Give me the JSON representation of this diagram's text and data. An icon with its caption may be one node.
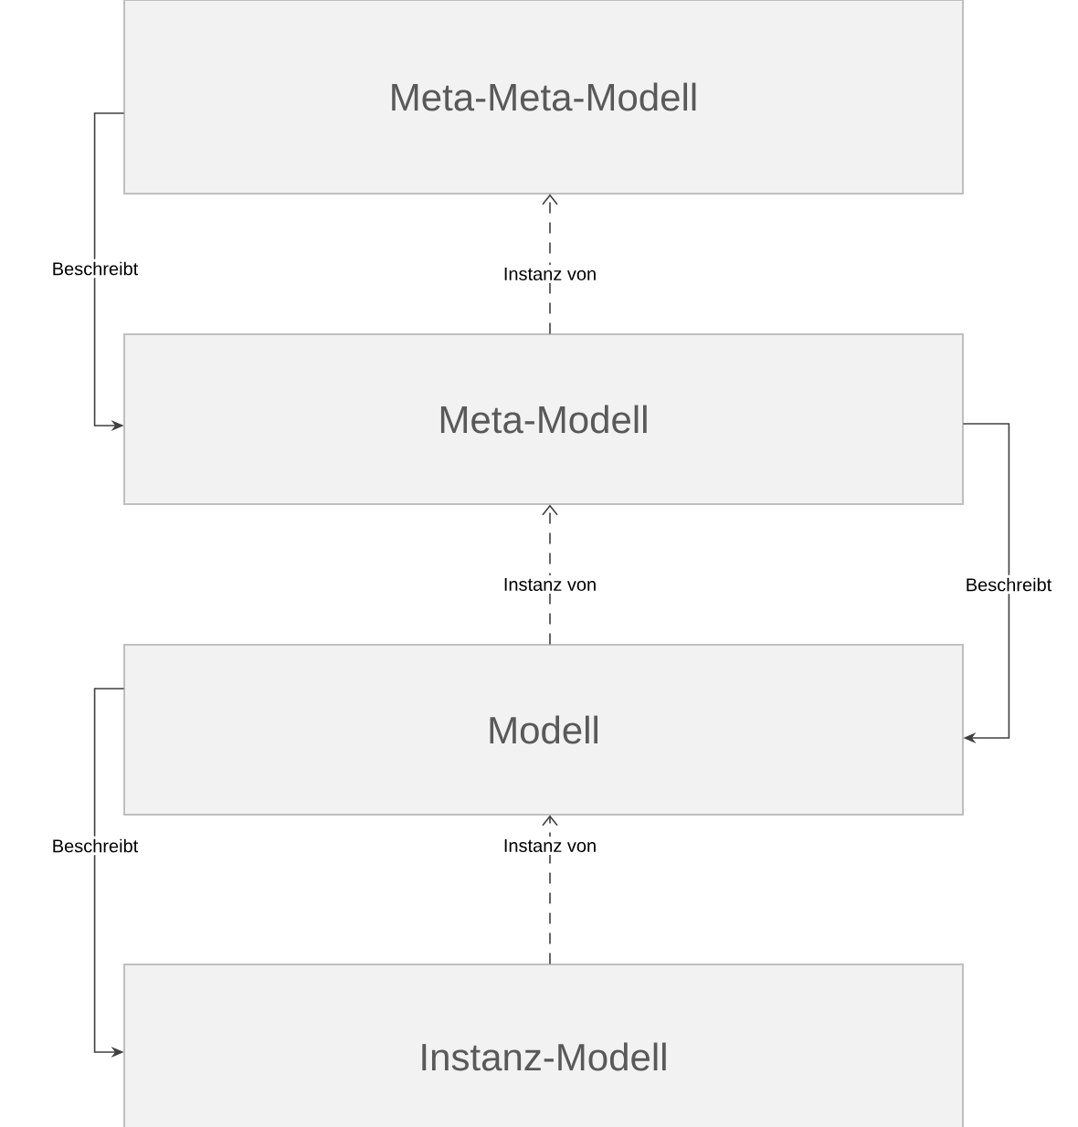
{
  "diagram": {
    "nodes": [
      {
        "text": [
          "Meta-Meta-Modell"
        ]
      },
      {
        "text": [
          "Meta-Modell"
        ]
      },
      {
        "text": [
          "Modell"
        ]
      },
      {
        "text": [
          "Instanz-Modell"
        ]
      }
    ],
    "edges": [
      {
        "from": 0,
        "to": 1,
        "arrow": "to",
        "label": "Beschreibt"
      },
      {
        "from": 1,
        "to": 0,
        "arrow": "to",
        "label": "Instanz von",
        "style": "dashed"
      },
      {
        "from": 1,
        "to": 2,
        "arrow": "to",
        "label": "Beschreibt"
      },
      {
        "from": 2,
        "to": 1,
        "arrow": "to",
        "label": "Instanz von",
        "style": "dashed"
      },
      {
        "from": 2,
        "to": 3,
        "arrow": "to",
        "label": "Beschreibt"
      },
      {
        "from": 3,
        "to": 2,
        "arrow": "to",
        "label": "Instanz von",
        "style": "dashed"
      }
    ]
  }
}
